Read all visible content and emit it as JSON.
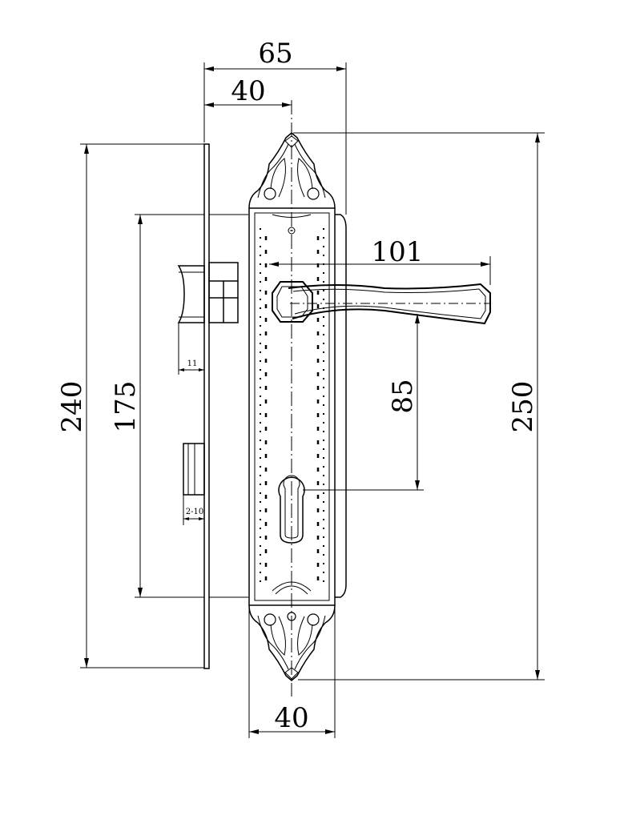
{
  "dimensions": {
    "top_overall_width": "65",
    "top_axis_offset": "40",
    "handle_length": "101",
    "handle_to_cylinder": "85",
    "plate_height": "250",
    "lock_body_height": "240",
    "lock_screw_spacing": "175",
    "bottom_plate_width": "40",
    "latch_dim": "11",
    "deadbolt_dim": "2-10"
  },
  "colors": {
    "line": "#000000",
    "background": "#ffffff"
  }
}
